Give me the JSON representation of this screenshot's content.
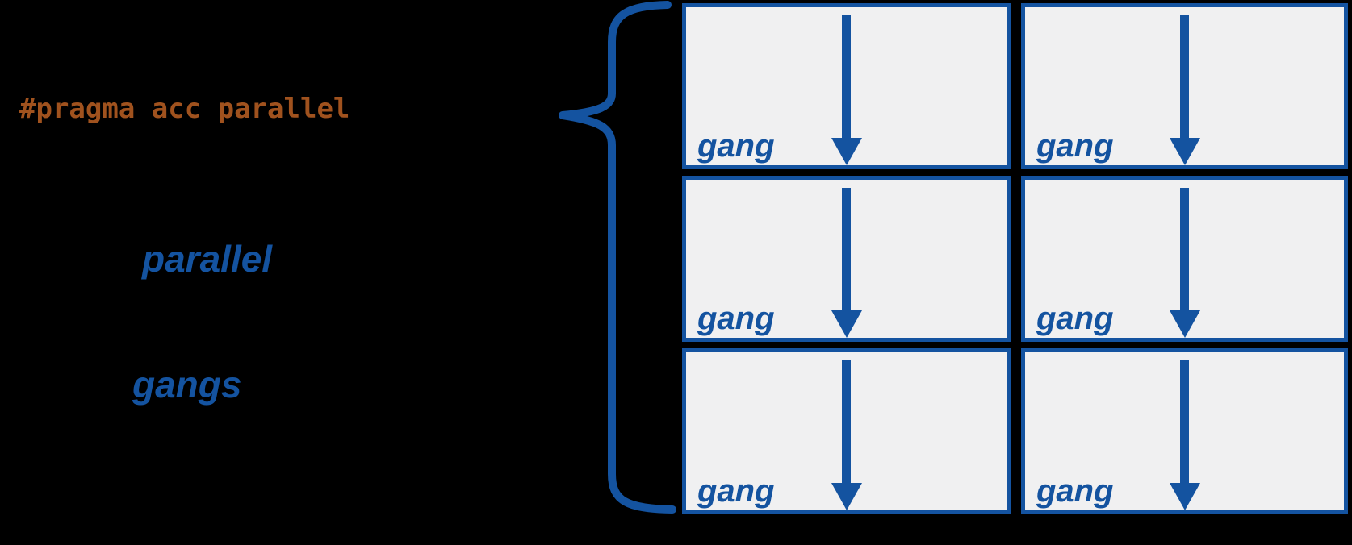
{
  "colors": {
    "background": "#000000",
    "accent_blue": "#1453A0",
    "code_orange": "#A0521E",
    "box_fill": "#F0F0F1"
  },
  "left_panel": {
    "pragma_code": "#pragma acc parallel",
    "keyword_label": "parallel",
    "concept_label": "gangs"
  },
  "brace": {
    "icon": "left-curly-brace-icon",
    "meaning": "pragma maps to the set of gangs"
  },
  "grid": {
    "rows": 3,
    "columns": 2,
    "boxes": [
      {
        "label": "gang",
        "icon": "down-arrow-icon"
      },
      {
        "label": "gang",
        "icon": "down-arrow-icon"
      },
      {
        "label": "gang",
        "icon": "down-arrow-icon"
      },
      {
        "label": "gang",
        "icon": "down-arrow-icon"
      },
      {
        "label": "gang",
        "icon": "down-arrow-icon"
      },
      {
        "label": "gang",
        "icon": "down-arrow-icon"
      }
    ]
  }
}
